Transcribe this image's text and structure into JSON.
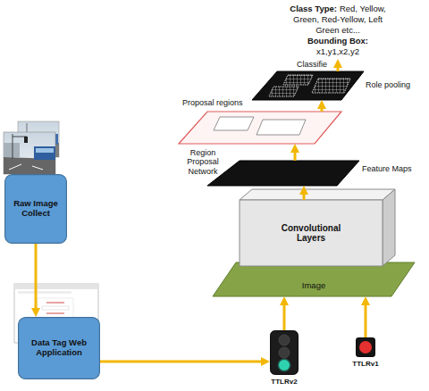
{
  "diagram": {
    "nodes": [
      {
        "text": [
          "Raw Image Collect"
        ]
      },
      {
        "text": [
          "Data Tag Web Application"
        ]
      },
      {
        "text": [
          "Classifie",
          "Role pooling"
        ]
      },
      {
        "text": [
          "Proposal regions"
        ]
      },
      {
        "text": [
          "Feature Maps"
        ]
      },
      {
        "text": [
          "Convolutional Layers"
        ]
      },
      {
        "text": [
          "Image"
        ]
      },
      {
        "text": [
          "TTLRv2"
        ]
      },
      {
        "text": [
          "TTLRv1"
        ]
      }
    ],
    "edges": [
      {
        "from": 0,
        "to": 1,
        "arrow": "to"
      },
      {
        "from": 1,
        "to": 7,
        "arrow": "to"
      },
      {
        "from": 7,
        "to": 6,
        "arrow": "to"
      },
      {
        "from": 8,
        "to": 6,
        "arrow": "to"
      },
      {
        "from": 5,
        "to": 4,
        "arrow": "to"
      },
      {
        "from": 4,
        "to": 3,
        "arrow": "to"
      },
      {
        "from": 3,
        "to": 2,
        "arrow": "to"
      }
    ],
    "labels": [
      "Region Proposal Network",
      "Class Type:",
      "Red, Yellow, Green, Red-Yellow, Left Green etc...",
      "Bounding Box:",
      "x1,y1,x2,y2"
    ]
  }
}
